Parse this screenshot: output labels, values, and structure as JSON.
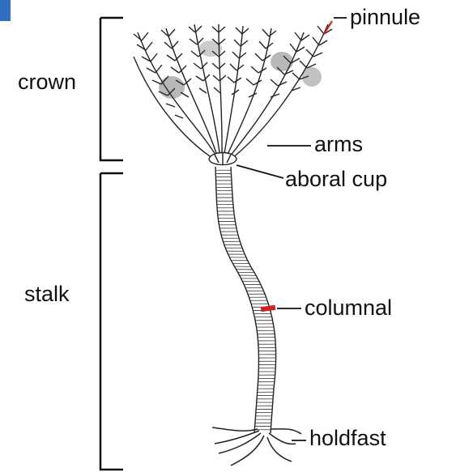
{
  "labels": {
    "crown": "crown",
    "stalk": "stalk",
    "pinnule": "pinnule",
    "arms": "arms",
    "aboral_cup": "aboral cup",
    "columnal": "columnal",
    "holdfast": "holdfast"
  },
  "colors": {
    "ink": "#111111",
    "highlight": "#cc2222",
    "corner_tab": "#2f6fc2"
  }
}
